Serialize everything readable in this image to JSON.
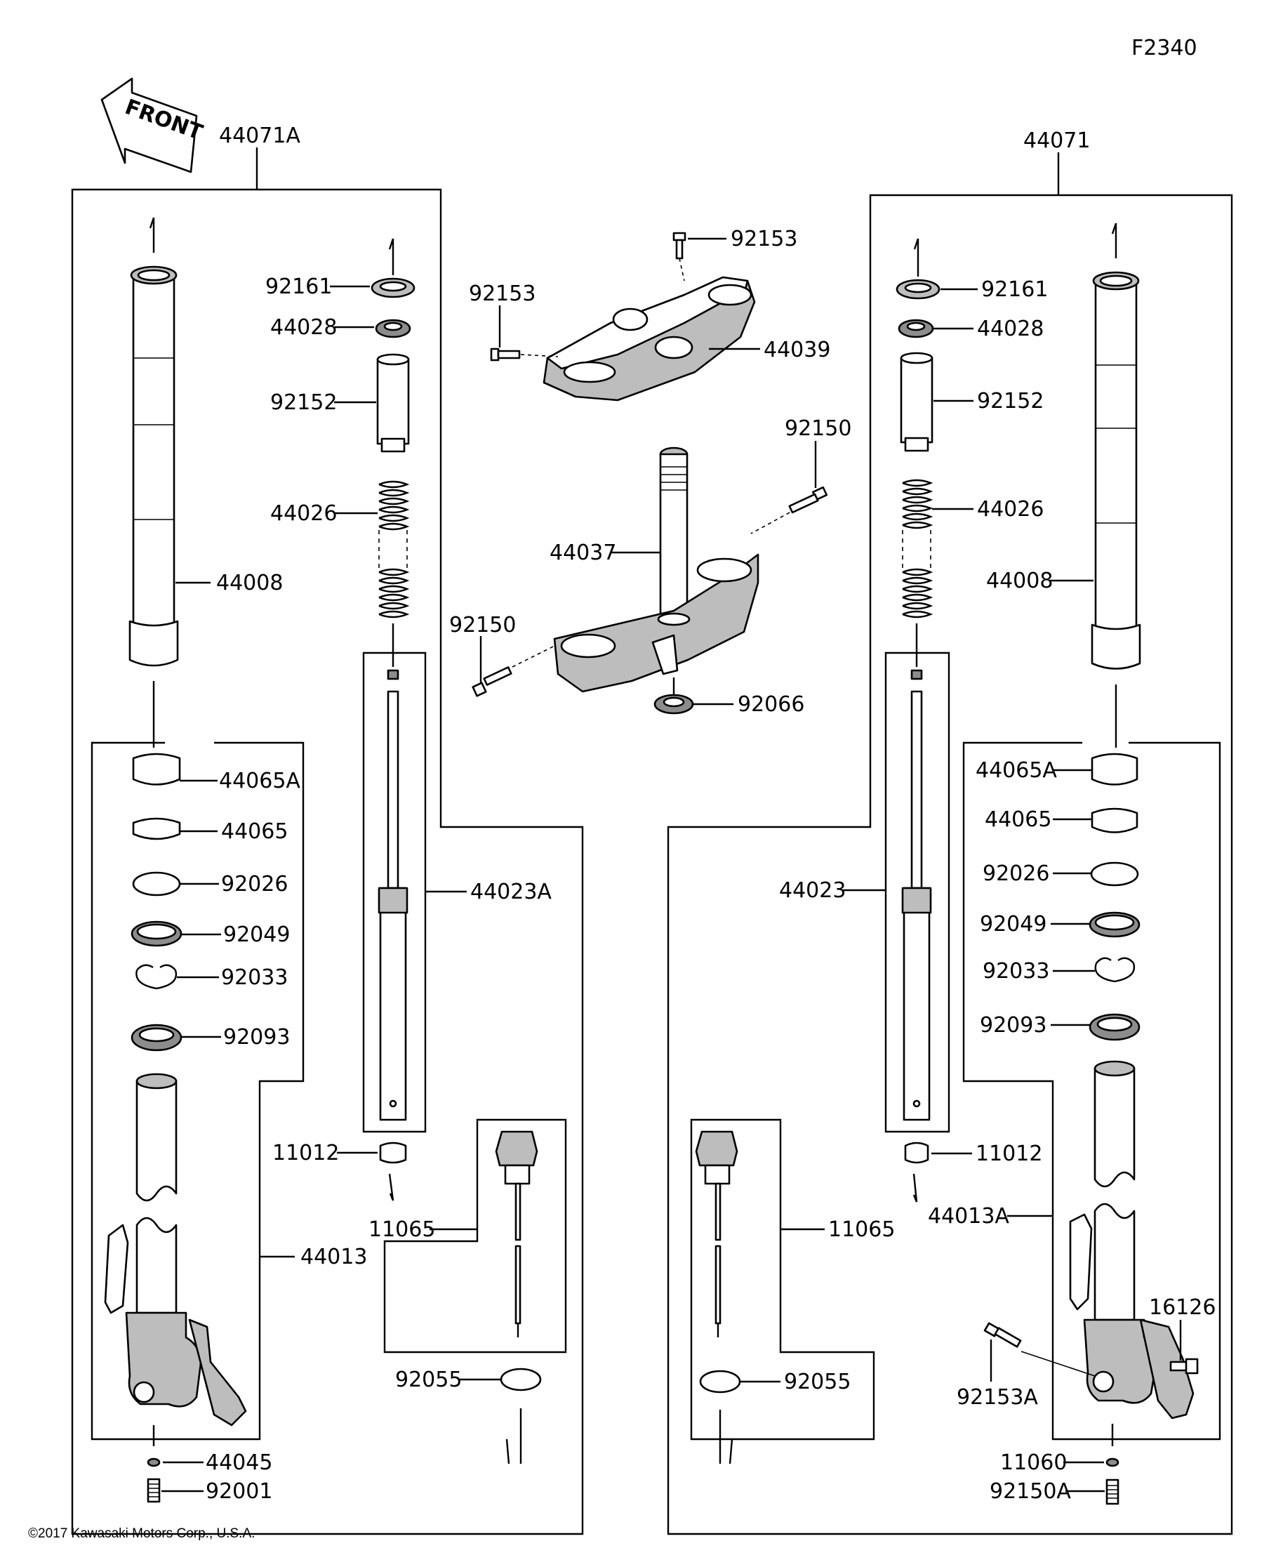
{
  "diagram_id": "F2340",
  "copyright": "©2017 Kawasaki Motors Corp., U.S.A.",
  "front_label": "FRONT",
  "groups": {
    "left_assembly": "44071A",
    "right_assembly": "44071"
  },
  "labels": {
    "l_92161": "92161",
    "l_44028": "44028",
    "l_92152": "92152",
    "l_44026": "44026",
    "l_44008": "44008",
    "l_44065A": "44065A",
    "l_44065": "44065",
    "l_92026": "92026",
    "l_92049": "92049",
    "l_92033": "92033",
    "l_92093": "92093",
    "l_44023A": "44023A",
    "l_44013": "44013",
    "l_11012": "11012",
    "l_11065": "11065",
    "l_92055": "92055",
    "l_44045": "44045",
    "l_92001": "92001",
    "c_92153a": "92153",
    "c_92153b": "92153",
    "c_44039": "44039",
    "c_92150a": "92150",
    "c_44037": "44037",
    "c_92150b": "92150",
    "c_92066": "92066",
    "r_92161": "92161",
    "r_44028": "44028",
    "r_92152": "92152",
    "r_44026": "44026",
    "r_44008": "44008",
    "r_44065A": "44065A",
    "r_44065": "44065",
    "r_92026": "92026",
    "r_92049": "92049",
    "r_92033": "92033",
    "r_92093": "92093",
    "r_44023": "44023",
    "r_11012": "11012",
    "r_11065": "11065",
    "r_44013A": "44013A",
    "r_16126": "16126",
    "r_92153A": "92153A",
    "r_92055": "92055",
    "r_11060": "11060",
    "r_92150A": "92150A"
  }
}
